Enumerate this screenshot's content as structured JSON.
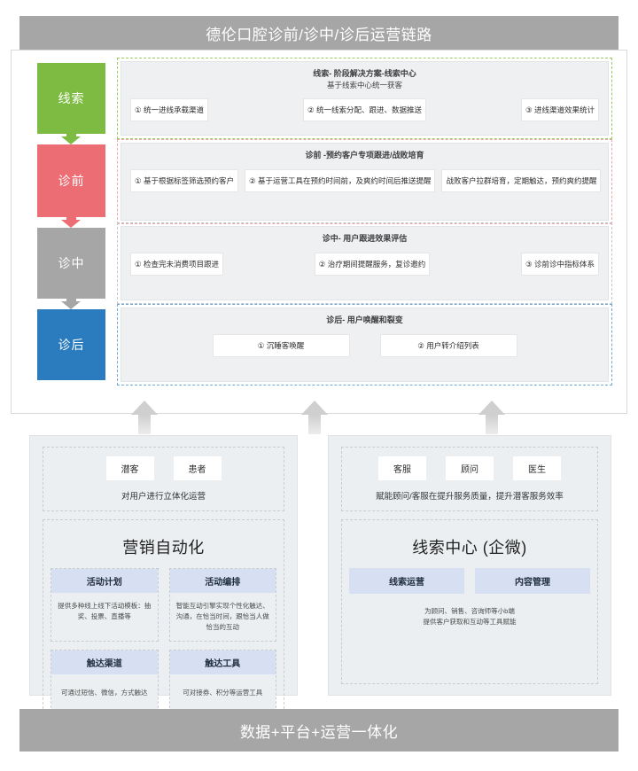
{
  "header": {
    "title": "德伦口腔诊前/诊中/诊后运营链路"
  },
  "footer": {
    "title": "数据+平台+运营一体化"
  },
  "colors": {
    "banner": "#a6a6a6",
    "stage_lead": "#7dbb42",
    "stage_pre": "#ed6d74",
    "stage_during": "#a6a6a6",
    "stage_post": "#2b7cbf",
    "panel_bg": "#eef0f2",
    "feature_head": "#d6e0f2",
    "arrow": "#cfcfcf"
  },
  "flow": {
    "stages": [
      {
        "name": "线索",
        "color": "#7dbb42",
        "border": "#9ccb63",
        "title": "线索- 阶段解决方案-线索中心",
        "subtitle": "基于线索中心统一获客",
        "items": [
          "① 统一进线承载渠道",
          "② 统一线索分配、跟进、数据推送",
          "③ 进线渠道效果统计"
        ]
      },
      {
        "name": "诊前",
        "color": "#ed6d74",
        "border": "#f0a7ab",
        "title": "诊前 -预约客户专项跟进/战败培育",
        "subtitle": "",
        "items": [
          "① 基于根据标签筛选预约客户",
          "② 基于运营工具在预约时间前，及爽约时间后推送提醒",
          "战败客户拉群培育，定期触达，预约爽约提醒"
        ]
      },
      {
        "name": "诊中",
        "color": "#a6a6a6",
        "border": "#c4c4c4",
        "title": "诊中- 用户跟进效果评估",
        "subtitle": "",
        "items": [
          "① 检查完未消费项目跟进",
          "② 治疗期间提醒服务，复诊邀约",
          "③ 诊前诊中指标体系"
        ]
      },
      {
        "name": "诊后",
        "color": "#2b7cbf",
        "border": "#6fa8d6",
        "title": "诊后- 用户唤醒和裂变",
        "subtitle": "",
        "items": [
          "① 沉睡客唤醒",
          "② 用户转介绍列表"
        ]
      }
    ]
  },
  "bottom_left": {
    "roles": [
      "潜客",
      "患者"
    ],
    "role_note": "对用户进行立体化运营",
    "heading": "营销自动化",
    "features": [
      {
        "title": "活动计划",
        "desc": "提供多种线上线下活动模板：抽奖、投票、直播等"
      },
      {
        "title": "活动编排",
        "desc": "智能互动引擎实现个性化触达、沟通，在恰当时间，跟恰当人做恰当的互动"
      },
      {
        "title": "触达渠道",
        "desc": "可通过短信、微信，方式触达"
      },
      {
        "title": "触达工具",
        "desc": "可对接券、积分等运营工具"
      }
    ]
  },
  "bottom_right": {
    "roles": [
      "客服",
      "顾问",
      "医生"
    ],
    "role_note": "赋能顾问/客服在提升服务质量，提升潜客服务效率",
    "heading": "线索中心 (企微)",
    "pills": [
      "线索运营",
      "内容管理"
    ],
    "pill_note": "为顾问、销售、咨询师等小b端\n提供客户获取和互动等工具赋能"
  }
}
